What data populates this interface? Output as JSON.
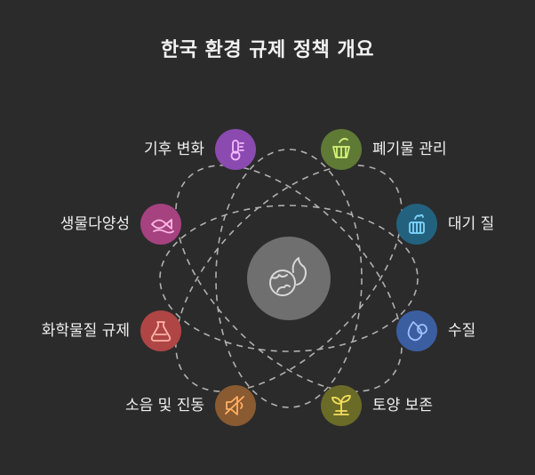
{
  "title": "한국 환경 규제 정책 개요",
  "center": {
    "icon": "globe-fire-icon",
    "color": "#6f6f6f"
  },
  "nodes": [
    {
      "id": "climate",
      "label": "기후 변화",
      "icon": "thermometer-icon",
      "color": "#8a4ab0"
    },
    {
      "id": "waste",
      "label": "폐기물 관리",
      "icon": "recycle-basket-icon",
      "color": "#5f7a35"
    },
    {
      "id": "biodiv",
      "label": "생물다양성",
      "icon": "fish-icon",
      "color": "#a5427f"
    },
    {
      "id": "air",
      "label": "대기 질",
      "icon": "air-filter-icon",
      "color": "#23627f"
    },
    {
      "id": "chemical",
      "label": "화학물질 규제",
      "icon": "chemical-bottle-icon",
      "color": "#b04545"
    },
    {
      "id": "water",
      "label": "수질",
      "icon": "water-drop-icon",
      "color": "#3b5ea0"
    },
    {
      "id": "noise",
      "label": "소음 및 진동",
      "icon": "mute-speaker-icon",
      "color": "#8a5a30"
    },
    {
      "id": "soil",
      "label": "토양 보존",
      "icon": "sprout-icon",
      "color": "#6b6b28"
    }
  ]
}
